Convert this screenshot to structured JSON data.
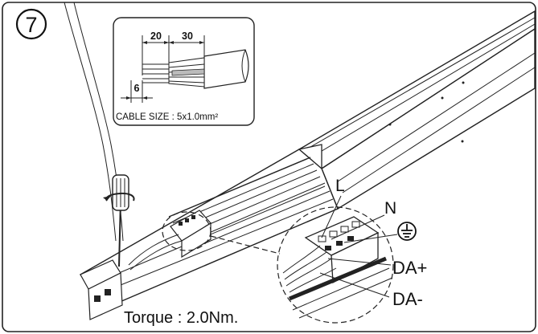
{
  "step": {
    "number": "7"
  },
  "inset": {
    "dim_strip_short": "20",
    "dim_strip_long": "30",
    "dim_conductor": "6",
    "cable_size": "CABLE SIZE : 5x1.0mm²"
  },
  "terminals": {
    "live": "L",
    "neutral": "N",
    "ground_symbol": "earth-ground-icon",
    "dali_plus": "DA+",
    "dali_minus": "DA-"
  },
  "torque": "Torque : 2.0Nm."
}
